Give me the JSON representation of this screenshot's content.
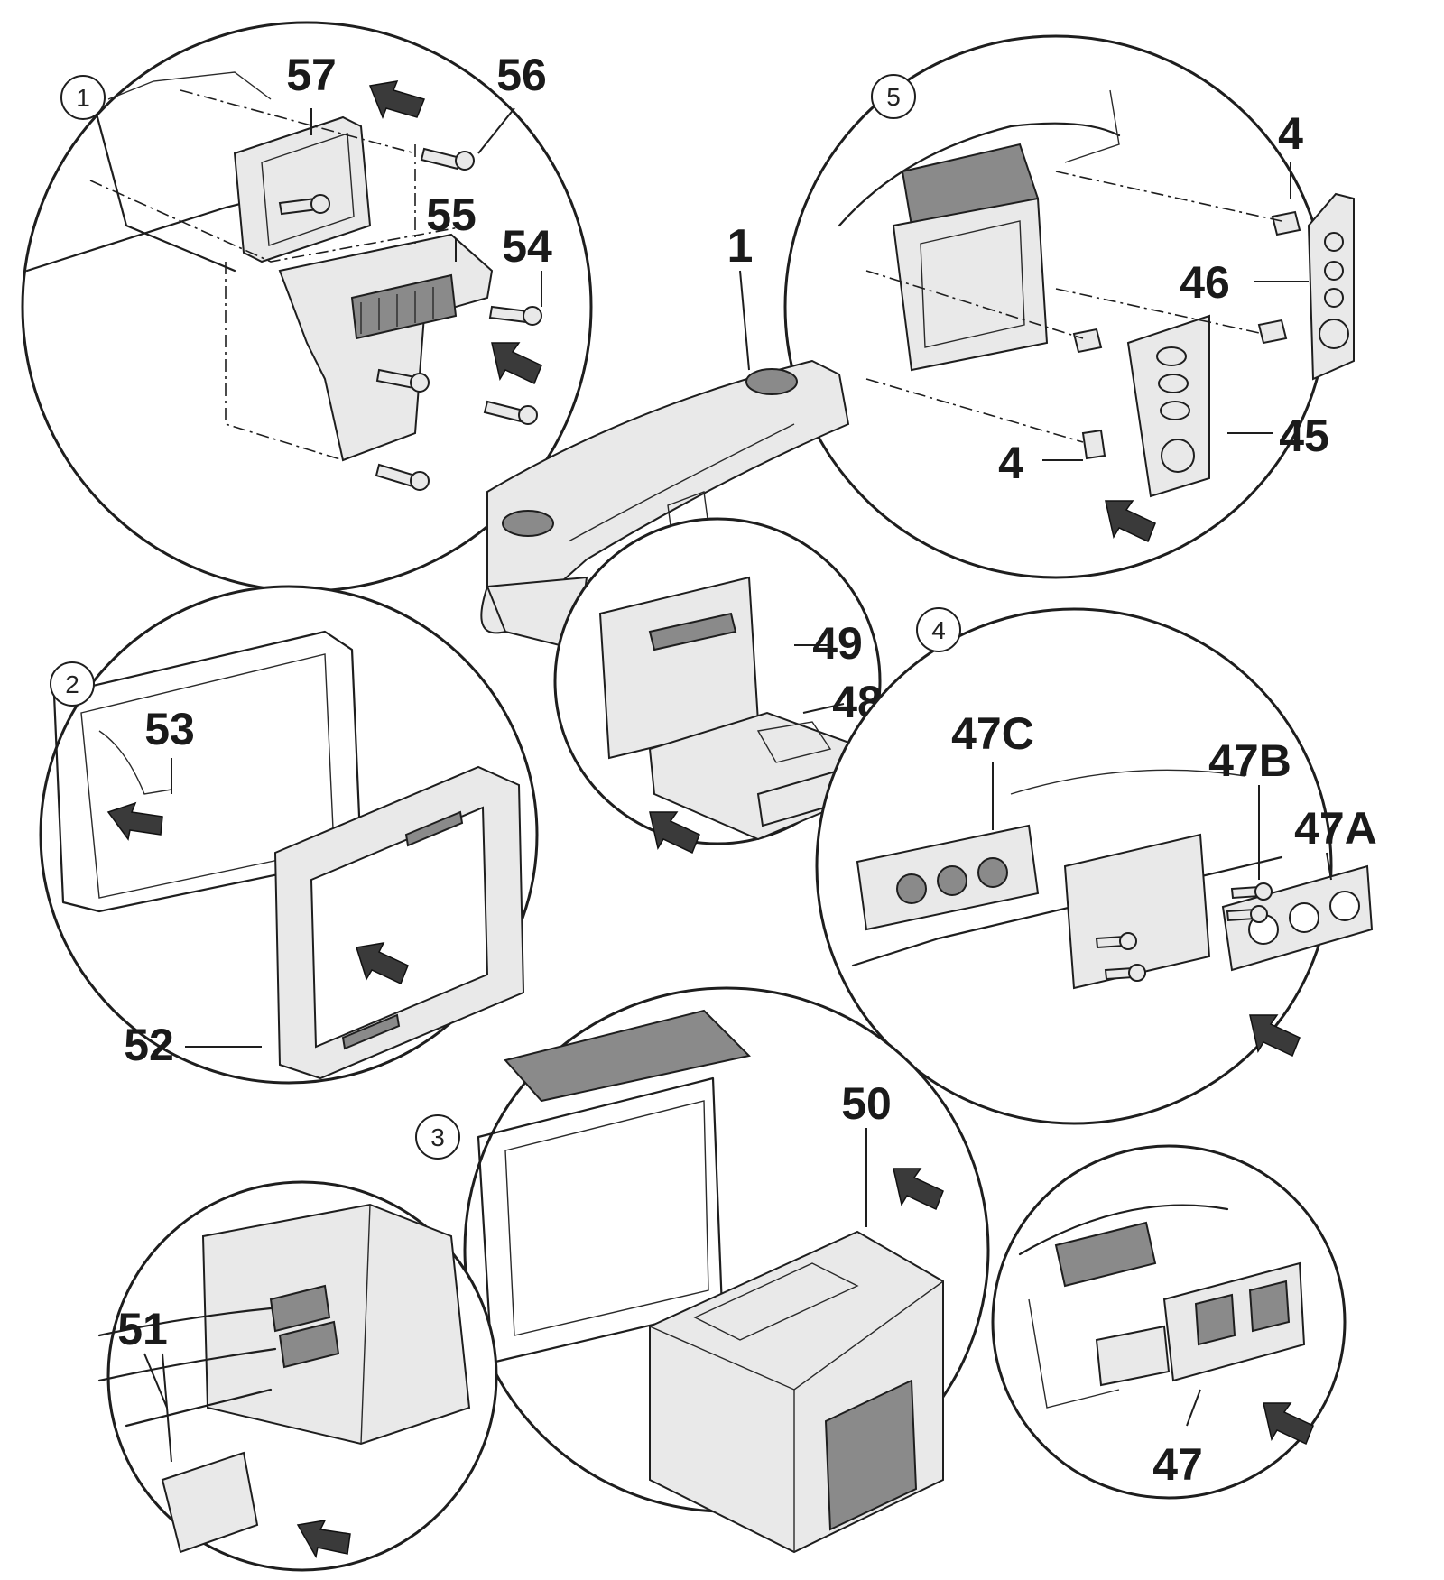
{
  "circle_numbers": [
    "1",
    "2",
    "3",
    "4",
    "5"
  ],
  "labels": {
    "p1": "1",
    "p4a": "4",
    "p4b": "4",
    "p45": "45",
    "p46": "46",
    "p47": "47",
    "p47A": "47A",
    "p47B": "47B",
    "p47C": "47C",
    "p48": "48",
    "p49": "49",
    "p50": "50",
    "p51": "51",
    "p52": "52",
    "p53": "53",
    "p54": "54",
    "p55": "55",
    "p56": "56",
    "p57": "57"
  }
}
